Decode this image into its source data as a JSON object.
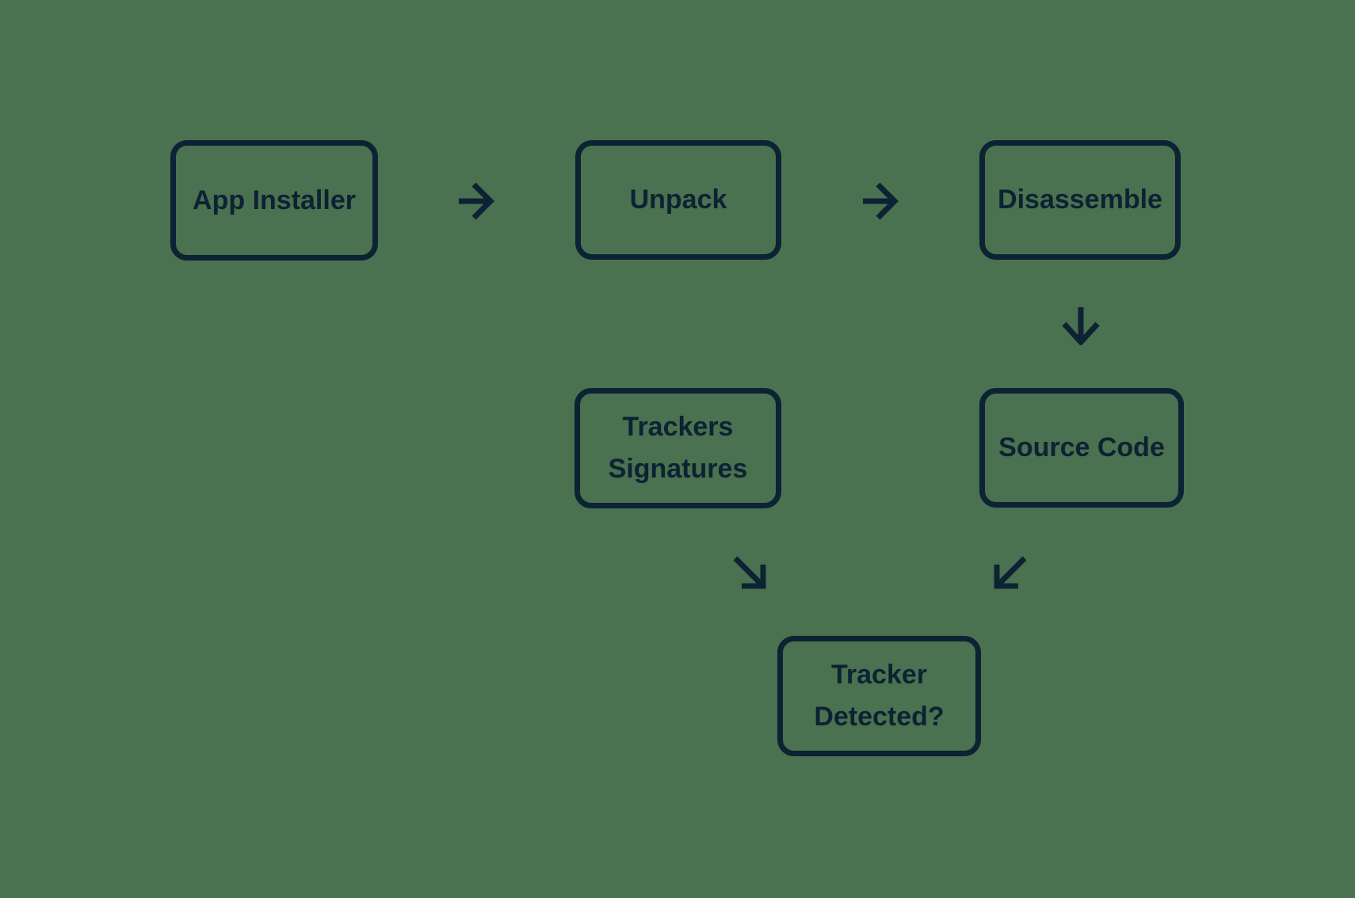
{
  "app": {
    "background_color": "#4a7150",
    "ink_color": "#0d2232"
  },
  "nodes": [
    {
      "id": "app-installer",
      "label": "App Installer"
    },
    {
      "id": "unpack",
      "label": "Unpack"
    },
    {
      "id": "disassemble",
      "label": "Disassemble"
    },
    {
      "id": "trackers-signatures",
      "label": "Trackers Signatures"
    },
    {
      "id": "source-code",
      "label": "Source Code"
    },
    {
      "id": "tracker-detected",
      "label": "Tracker Detected?"
    }
  ],
  "arrows": [
    {
      "icon": "arrow-right-icon",
      "from": "app-installer",
      "to": "unpack"
    },
    {
      "icon": "arrow-right-icon",
      "from": "unpack",
      "to": "disassemble"
    },
    {
      "icon": "arrow-down-icon",
      "from": "disassemble",
      "to": "source-code"
    },
    {
      "icon": "arrow-down-right-icon",
      "from": "trackers-signatures",
      "to": "tracker-detected"
    },
    {
      "icon": "arrow-down-left-icon",
      "from": "source-code",
      "to": "tracker-detected"
    }
  ]
}
